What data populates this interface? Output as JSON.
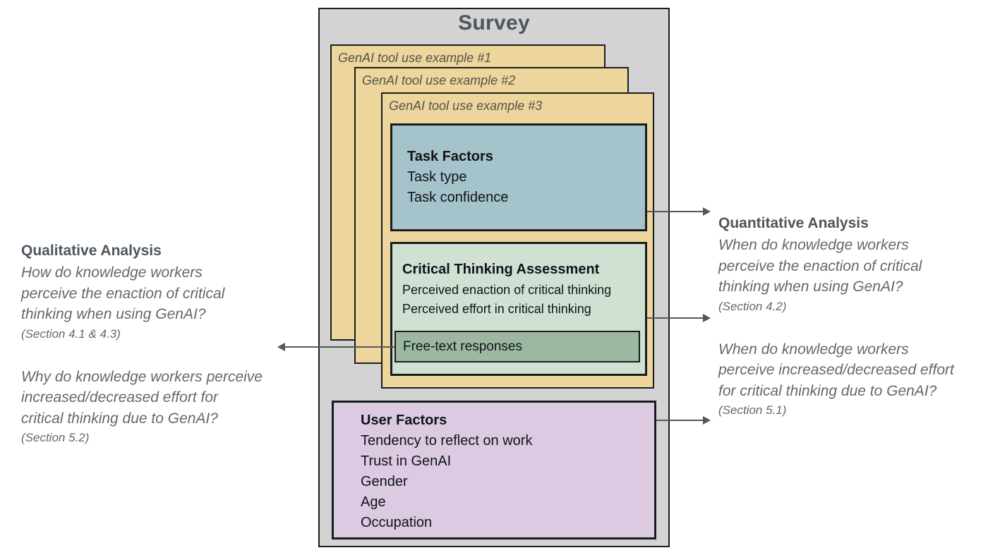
{
  "diagram": {
    "survey": {
      "title": "Survey",
      "cards": [
        {
          "label": "GenAI tool use example #1"
        },
        {
          "label": "GenAI tool use example #2"
        },
        {
          "label": "GenAI tool use example #3"
        }
      ],
      "task_factors": {
        "title": "Task Factors",
        "items": [
          "Task type",
          "Task confidence"
        ]
      },
      "critical_thinking": {
        "title": "Critical Thinking Assessment",
        "items": [
          "Perceived enaction of critical thinking",
          "Perceived effort in critical thinking"
        ],
        "free_text_label": "Free-text responses"
      },
      "user_factors": {
        "title": "User Factors",
        "items": [
          "Tendency to reflect on work",
          "Trust in GenAI",
          "Gender",
          "Age",
          "Occupation"
        ]
      }
    },
    "qualitative": {
      "title": "Qualitative Analysis",
      "q1": "How do knowledge workers\nperceive the enaction of critical\nthinking when using GenAI?",
      "q1_ref": "(Section 4.1 & 4.3)",
      "q2": "Why do knowledge workers perceive\nincreased/decreased effort for\ncritical thinking due to GenAI?",
      "q2_ref": "(Section 5.2)"
    },
    "quantitative": {
      "title": "Quantitative Analysis",
      "q1": "When do knowledge workers\nperceive the enaction of critical\nthinking when using GenAI?",
      "q1_ref": "(Section 4.2)",
      "q2": "When do knowledge workers\nperceive increased/decreased effort\nfor critical thinking due to GenAI?",
      "q2_ref": "(Section 5.1)"
    },
    "colors": {
      "survey_bg": "#d3d3d3",
      "card_bg": "#edd59b",
      "task_bg": "#a5c3cb",
      "cta_bg": "#d0e0d3",
      "free_text_bg": "#9cb8a1",
      "user_bg": "#dcc9e2",
      "border": "#1a1d20",
      "arrow": "#54585c",
      "heading_text": "#4d565e",
      "body_text": "#63686c",
      "box_text": "#101418",
      "card_label_text": "#55544c"
    }
  }
}
